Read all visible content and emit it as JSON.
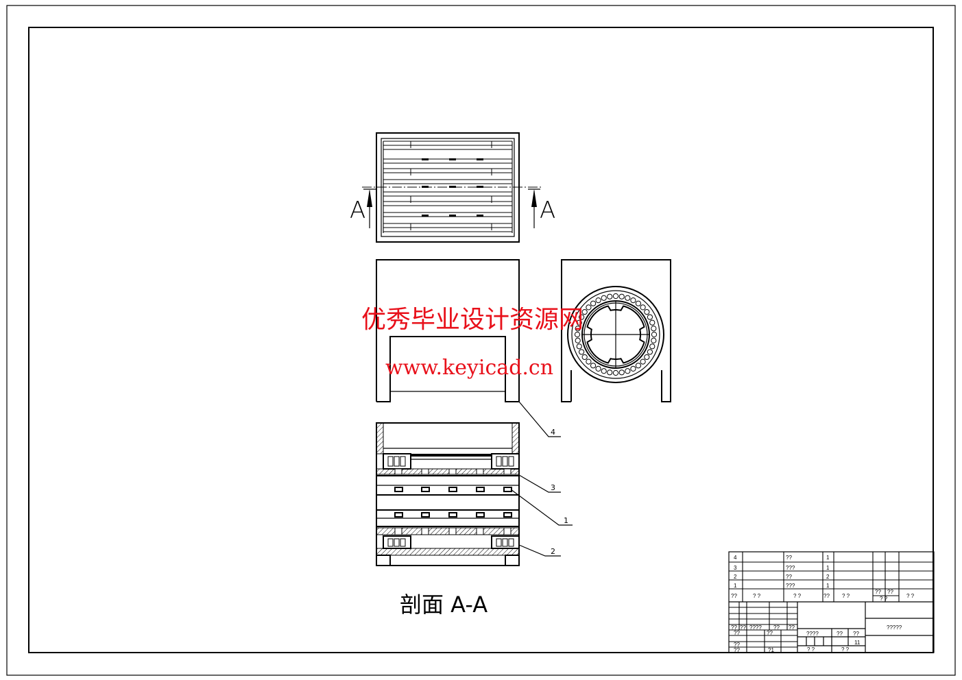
{
  "drawing": {
    "section_label": "A",
    "section_caption": "剖面 A-A",
    "callouts": [
      "4",
      "3",
      "1",
      "2"
    ]
  },
  "watermark": {
    "site_name": "优秀毕业设计资源网",
    "url": "www.keyicad.cn",
    "color": "#e8101a"
  },
  "title_block": {
    "parts": [
      {
        "no": "4",
        "name": "??",
        "qty": "1"
      },
      {
        "no": "3",
        "name": "???",
        "qty": "1"
      },
      {
        "no": "2",
        "name": "??",
        "qty": "2"
      },
      {
        "no": "1",
        "name": "???",
        "qty": "1"
      }
    ],
    "header": [
      "??",
      "? ?",
      "? ?",
      "??",
      "? ?",
      "??",
      "??",
      "? ?",
      "? ?"
    ],
    "revision_labels": [
      "??",
      "??",
      "????",
      "??",
      "??"
    ],
    "sign_labels": [
      "??",
      "??",
      "??",
      "??",
      "?1"
    ],
    "info": [
      "????",
      "??",
      "??",
      "11",
      "? ?",
      "? ?"
    ],
    "drawing_name": "?????"
  }
}
